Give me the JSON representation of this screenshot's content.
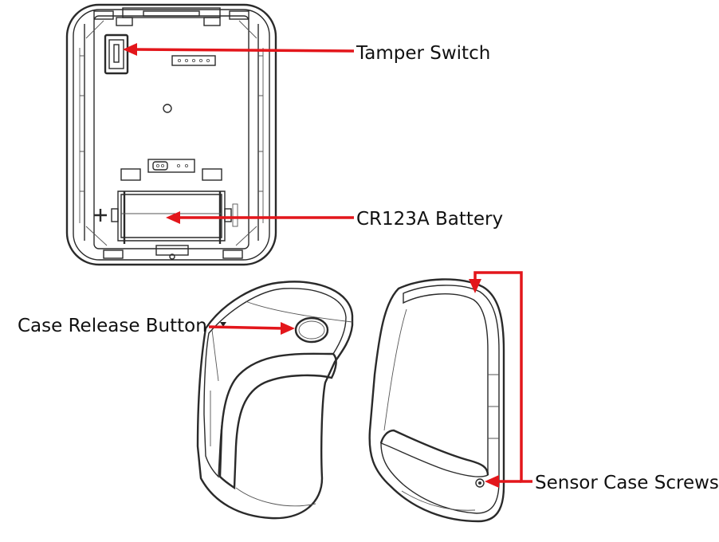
{
  "labels": {
    "tamper_switch": "Tamper Switch",
    "battery": "CR123A Battery",
    "case_release": "Case Release Button",
    "case_screws": "Sensor Case Screws"
  },
  "colors": {
    "arrow": "#e3161b",
    "line": "#2a2a2a",
    "background": "#ffffff"
  }
}
